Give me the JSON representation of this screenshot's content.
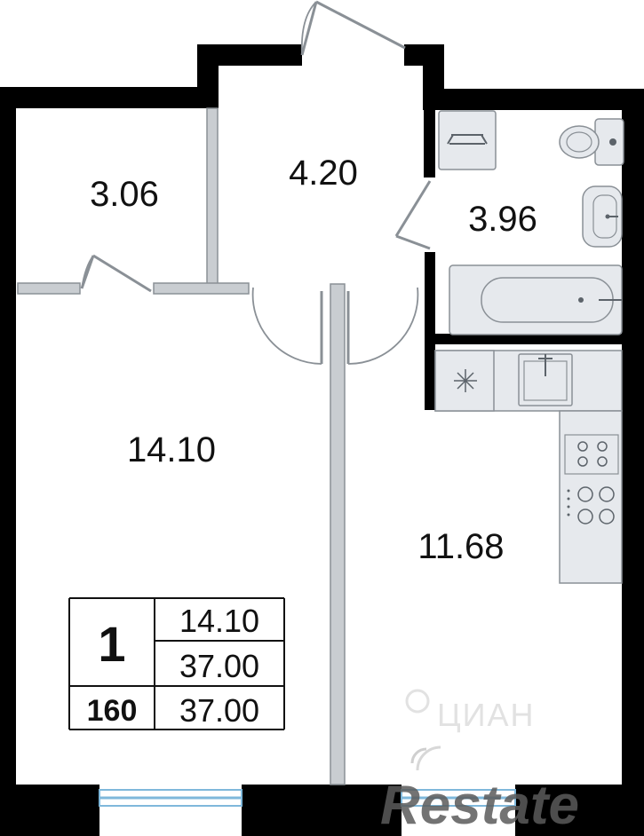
{
  "rooms": {
    "small_room": "3.06",
    "hallway": "4.20",
    "bathroom": "3.96",
    "living_room": "14.10",
    "kitchen": "11.68"
  },
  "summary": {
    "rooms_count": "1",
    "number": "160",
    "living_area": "14.10",
    "total_area_1": "37.00",
    "total_area_2": "37.00"
  },
  "watermarks": {
    "cian": "ЦИАН",
    "restate": "Restate"
  },
  "icons": [
    "washing-machine-icon",
    "toilet-icon",
    "sink-icon",
    "bathtub-icon",
    "refrigerator-icon",
    "kitchen-sink-icon",
    "stove-icon"
  ],
  "colors": {
    "wall": "#000000",
    "fixture_fill": "#e6e9ed",
    "fixture_stroke": "#8a9096",
    "window": "#9fd0ee"
  }
}
